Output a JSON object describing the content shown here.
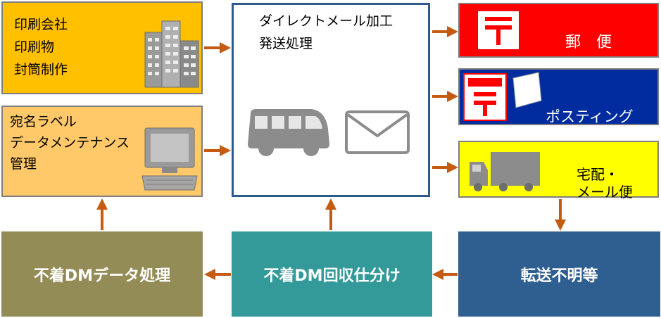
{
  "boxes": {
    "printing": {
      "lines": [
        "印刷会社",
        "印刷物",
        "封筒制作"
      ]
    },
    "label": {
      "lines": [
        "宛名ラベル",
        "データメンテナンス",
        "管理"
      ]
    },
    "dm_processing": {
      "lines": [
        "ダイレクトメール加工",
        "発送処理"
      ]
    },
    "post": {
      "label": "郵　便"
    },
    "posting": {
      "label": "ポスティング"
    },
    "delivery": {
      "lines": [
        "宅配・",
        "メール便"
      ]
    },
    "return": {
      "label": "転送不明等"
    },
    "sort": {
      "label": "不着DM回収仕分け"
    },
    "undelivered": {
      "label": "不着DMデータ処理"
    }
  },
  "colors": {
    "arrow": "#c55a11",
    "post": "#ff0000",
    "posting": "#002c9f",
    "delivery": "#ffff00",
    "printing": "#ffc000",
    "label": "#ffc869",
    "return": "#2f5e91",
    "sort": "#339a99",
    "undelivered": "#948c57"
  },
  "icons": [
    "building-icon",
    "computer-icon",
    "bus-icon",
    "envelope-icon",
    "post-mark-icon",
    "mailbox-icon",
    "truck-icon"
  ]
}
